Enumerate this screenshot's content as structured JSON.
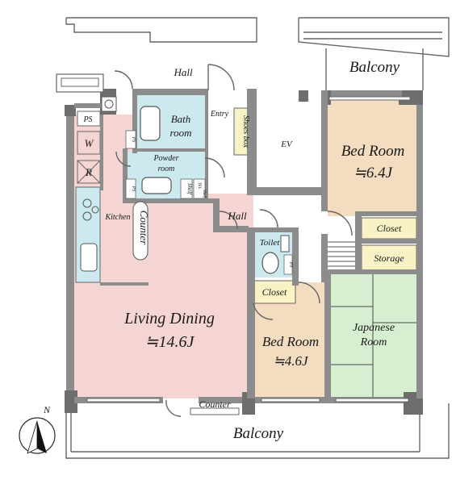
{
  "labels": {
    "balcony_top": "Balcony",
    "hall_top": "Hall",
    "entry": "Entry",
    "shoes_box": "Shoes box",
    "ev": "EV",
    "ps": "PS",
    "w": "W",
    "r": "R",
    "bathroom_line1": "Bath",
    "bathroom_line2": "room",
    "powder_line1": "Powder",
    "powder_line2": "room",
    "ps_small_1": "PS",
    "ps_small_2": "PS",
    "shelf": "Shelf",
    "tel": "TEL",
    "shelf_tel": "Shelf",
    "kitchen": "Kitchen",
    "counter": "Counter",
    "hall_mid": "Hall",
    "toilet": "Toilet",
    "ps_toilet": "PS",
    "closet_toilet": "Closet",
    "bedroom1": "Bed Room",
    "bedroom1_size": "≒6.4J",
    "closet_bed1": "Closet",
    "storage": "Storage",
    "living_dining": "Living Dining",
    "living_dining_size": "≒14.6J",
    "bedroom2": "Bed Room",
    "bedroom2_size": "≒4.6J",
    "japanese_line1": "Japanese",
    "japanese_line2": "Room",
    "counter_bottom": "Counter",
    "balcony_bottom": "Balcony",
    "north": "N"
  },
  "colors": {
    "living": "#f4d5d3",
    "bedroom": "#f3dcbf",
    "japanese": "#d6efd0",
    "wet": "#cbe9ef",
    "closet": "#f8f2c4",
    "wall": "#8c8c8c"
  }
}
